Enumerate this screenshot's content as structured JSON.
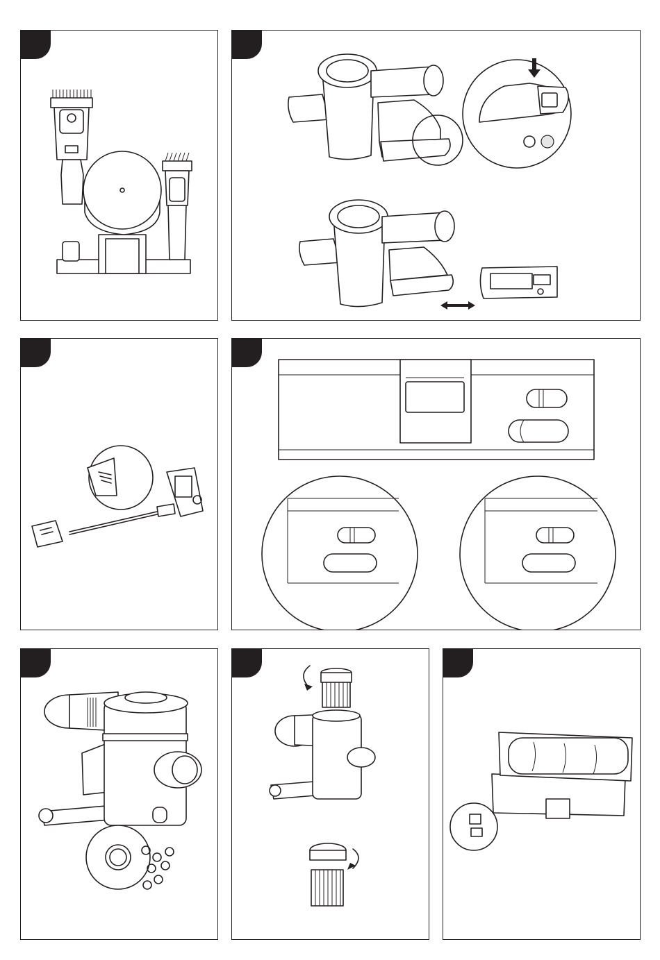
{
  "document": {
    "type": "vacuum-cleaner-instruction-illustrations",
    "panel_count": 7,
    "panels": [
      {
        "id": 1,
        "subject": "wall-mount-with-accessories",
        "icon": "wall-mount-icon"
      },
      {
        "id": 2,
        "subject": "battery-removal",
        "icon": "battery-release-icon"
      },
      {
        "id": 3,
        "subject": "battery-charging-adapter",
        "icon": "charger-icon"
      },
      {
        "id": 4,
        "subject": "battery-indicator-detail",
        "icon": "battery-indicator-icon"
      },
      {
        "id": 5,
        "subject": "dust-bin-emptying",
        "icon": "dust-bin-icon"
      },
      {
        "id": 6,
        "subject": "filter-removal-rotation",
        "icon": "filter-rotate-icon"
      },
      {
        "id": 7,
        "subject": "roller-brush-removal",
        "icon": "roller-brush-icon"
      }
    ]
  },
  "colors": {
    "line": "#231f20",
    "background": "#ffffff",
    "tab": "#231f20"
  }
}
